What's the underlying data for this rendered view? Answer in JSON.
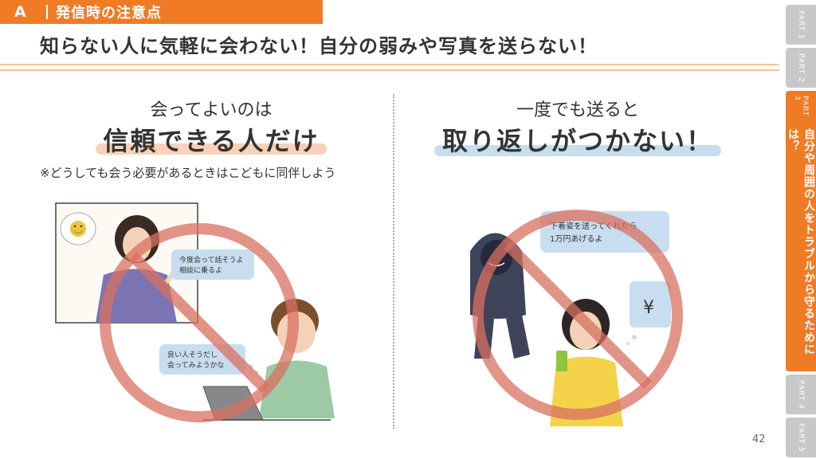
{
  "header": {
    "letter": "A",
    "title": "発信時の注意点"
  },
  "headline": "知らない人に気軽に会わない！自分の弱みや写真を送らない！",
  "left_column": {
    "small": "会ってよいのは",
    "big": "信頼できる人だけ",
    "note": "※どうしても会う必要があるときはこどもに同伴しよう",
    "bubble1": [
      "今度会って話そうよ",
      "相談に乗るよ"
    ],
    "bubble2": [
      "良い人そうだし",
      "会ってみようかな"
    ]
  },
  "right_column": {
    "small": "一度でも送ると",
    "big": "取り返しがつかない！",
    "bubble1": [
      "下着姿を送ってくれたら",
      "1万円あげるよ"
    ],
    "yen": "¥"
  },
  "side_tabs": [
    {
      "label": "PART 1"
    },
    {
      "label": "PART 2"
    },
    {
      "label": "PART 3",
      "title": "自分や周囲の人をトラブルから守るためには？"
    },
    {
      "label": "PART 4"
    },
    {
      "label": "PART 5"
    }
  ],
  "page_number": "42",
  "colors": {
    "accent": "#f07b25",
    "stripe": "#f6c28e",
    "brush_pink": "#f7d2b8",
    "brush_blue": "#c8ddf0",
    "prohibition": "#d87060",
    "tab_gray": "#c8c8c8"
  }
}
